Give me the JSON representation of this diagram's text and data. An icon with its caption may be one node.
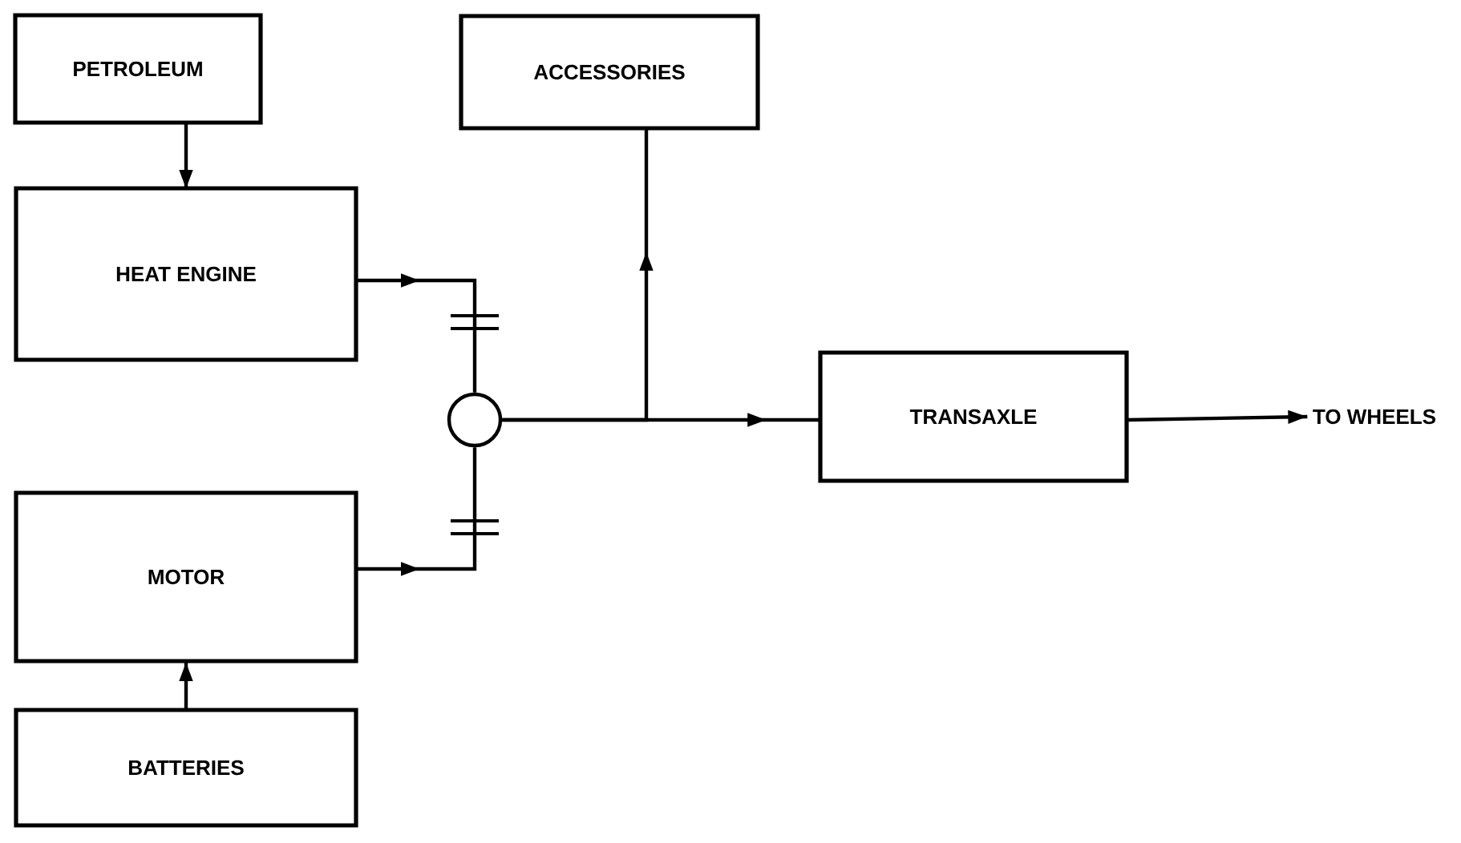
{
  "diagram": {
    "nodes": [
      {
        "text": [
          "PETROLEUM"
        ]
      },
      {
        "text": [
          "HEAT ENGINE"
        ]
      },
      {
        "text": [
          "MOTOR"
        ]
      },
      {
        "text": [
          "BATTERIES"
        ]
      },
      {
        "text": [],
        "shape": "circle"
      },
      {
        "text": [
          "ACCESSORIES"
        ]
      },
      {
        "text": [
          "TRANSAXLE"
        ]
      },
      {
        "text": [
          "TO WHEELS"
        ]
      }
    ],
    "edges": [
      {
        "from": 0,
        "to": 1,
        "arrow": "to"
      },
      {
        "from": 1,
        "to": 4,
        "arrow": "to"
      },
      {
        "from": 2,
        "to": 4,
        "arrow": "to"
      },
      {
        "from": 3,
        "to": 2,
        "arrow": "to"
      },
      {
        "from": 4,
        "to": 6,
        "arrow": "to"
      },
      {
        "from": 4,
        "to": 5,
        "arrow": "to"
      },
      {
        "from": 6,
        "to": 7,
        "arrow": "to"
      }
    ]
  }
}
